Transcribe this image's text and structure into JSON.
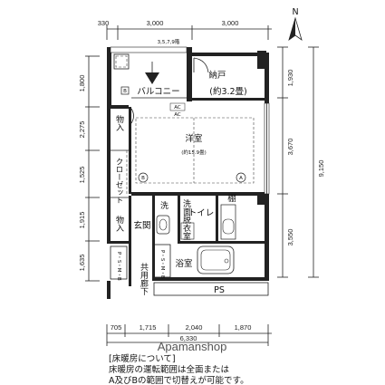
{
  "top_dims": [
    "330",
    "3,000",
    "3,000"
  ],
  "floor_note": "3,5,7,9階",
  "compass": "N",
  "left_dims": [
    "1,800",
    "2,275",
    "1,525",
    "1,915",
    "1,635"
  ],
  "right_dims": [
    "1,930",
    "3,670",
    "3,550"
  ],
  "right_total": "9,150",
  "bottom_dims": [
    "705",
    "1,715",
    "2,040",
    "1,870"
  ],
  "bottom_total": "6,330",
  "rooms": {
    "storage_name": "納戸",
    "storage_size": "(約3.2畳)",
    "balcony": "バルコニー",
    "western_name": "洋室",
    "western_size": "(約15.9畳)",
    "closet_top": "物入",
    "closet_mid": "クローゼット",
    "closet_bottom": "物入",
    "wash": "洗",
    "washroom": "洗面脱衣室",
    "toilet": "トイレ",
    "shelf": "棚",
    "entrance": "玄関",
    "ps_mb_left": "P・S・M・B",
    "ps_mb_right": "P・S・M・B",
    "corridor": "共用廊下",
    "bath": "浴室",
    "ps_bottom": "PS",
    "ac1": "AC",
    "ac2": "AC",
    "mark_a": "A",
    "mark_b": "B"
  },
  "watermark": "Apamanshop",
  "notes": {
    "title": "[床暖房について]",
    "line1": "床暖房の運転範囲は全面または",
    "line2": "A及びBの範囲で切替えが可能です。"
  }
}
